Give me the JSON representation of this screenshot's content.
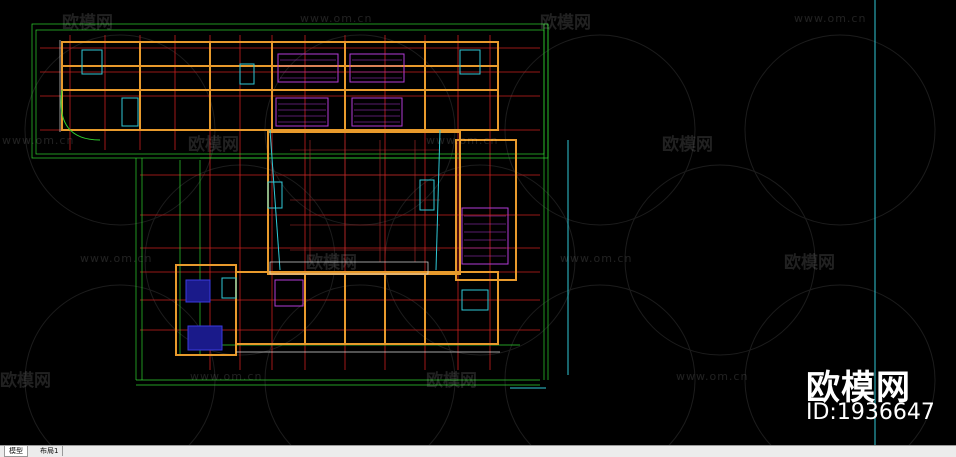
{
  "watermarks": {
    "url": "www.om.cn",
    "brand": "欧模网"
  },
  "brand_overlay": {
    "name": "欧模网",
    "id_text": "ID:1936647"
  },
  "layout_tabs": {
    "model": "模型",
    "layout1": "布局1"
  },
  "colors": {
    "background": "#000000",
    "wall_orange": "#e89a2c",
    "grid_red": "#c8201e",
    "dimension_green": "#2fd22f",
    "seating_magenta": "#b23bd6",
    "stair_cyan": "#2fc8d6",
    "outline_white": "#ffffff",
    "room_blue": "#2a2ad6"
  }
}
